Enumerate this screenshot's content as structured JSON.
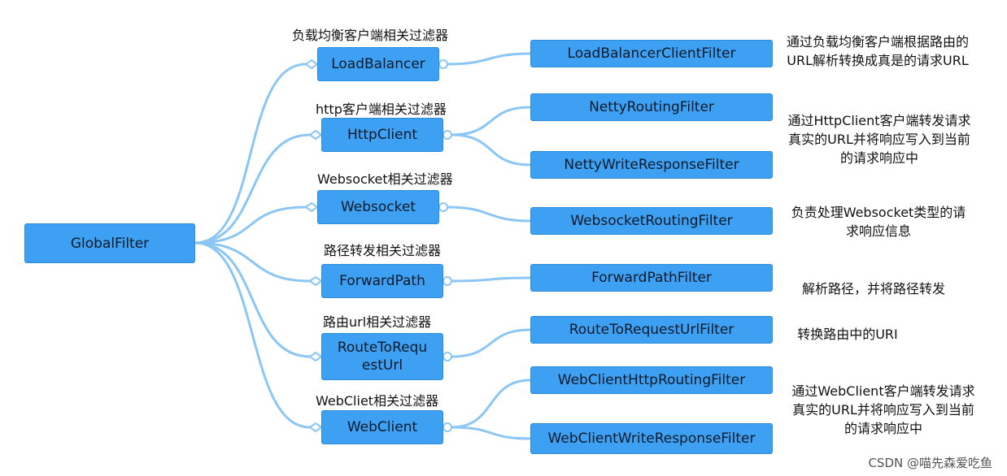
{
  "root": "GlobalFilter",
  "categories": [
    {
      "title": "负载均衡客户端相关过滤器",
      "node": "LoadBalancer",
      "filters": [
        "LoadBalancerClientFilter"
      ],
      "description": "通过负载均衡客户端根据路由的URL解析转换成真是的请求URL"
    },
    {
      "title": "http客户端相关过滤器",
      "node": "HttpClient",
      "filters": [
        "NettyRoutingFilter",
        "NettyWriteResponseFilter"
      ],
      "description": "通过HttpClient客户端转发请求真实的URL并将响应写入到当前的请求响应中"
    },
    {
      "title": "Websocket相关过滤器",
      "node": "Websocket",
      "filters": [
        "WebsocketRoutingFilter"
      ],
      "description": "负责处理Websocket类型的请求响应信息"
    },
    {
      "title": "路径转发相关过滤器",
      "node": "ForwardPath",
      "filters": [
        "ForwardPathFilter"
      ],
      "description": "解析路径，并将路径转发"
    },
    {
      "title": "路由url相关过滤器",
      "node": "RouteToRequestUrl",
      "filters": [
        "RouteToRequestUrlFilter"
      ],
      "description": "转换路由中的URI"
    },
    {
      "title": "WebCliet相关过滤器",
      "node": "WebClient",
      "filters": [
        "WebClientHttpRoutingFilter",
        "WebClientWriteResponseFilter"
      ],
      "description": "通过WebClient客户端转发请求真实的URL并将响应写入到当前的请求响应中"
    }
  ],
  "watermark": "CSDN @喵先森爱吃鱼",
  "colors": {
    "node_fill": "#3ea0f2",
    "node_border": "#2d8bd8",
    "connector": "#8cc6f4"
  }
}
